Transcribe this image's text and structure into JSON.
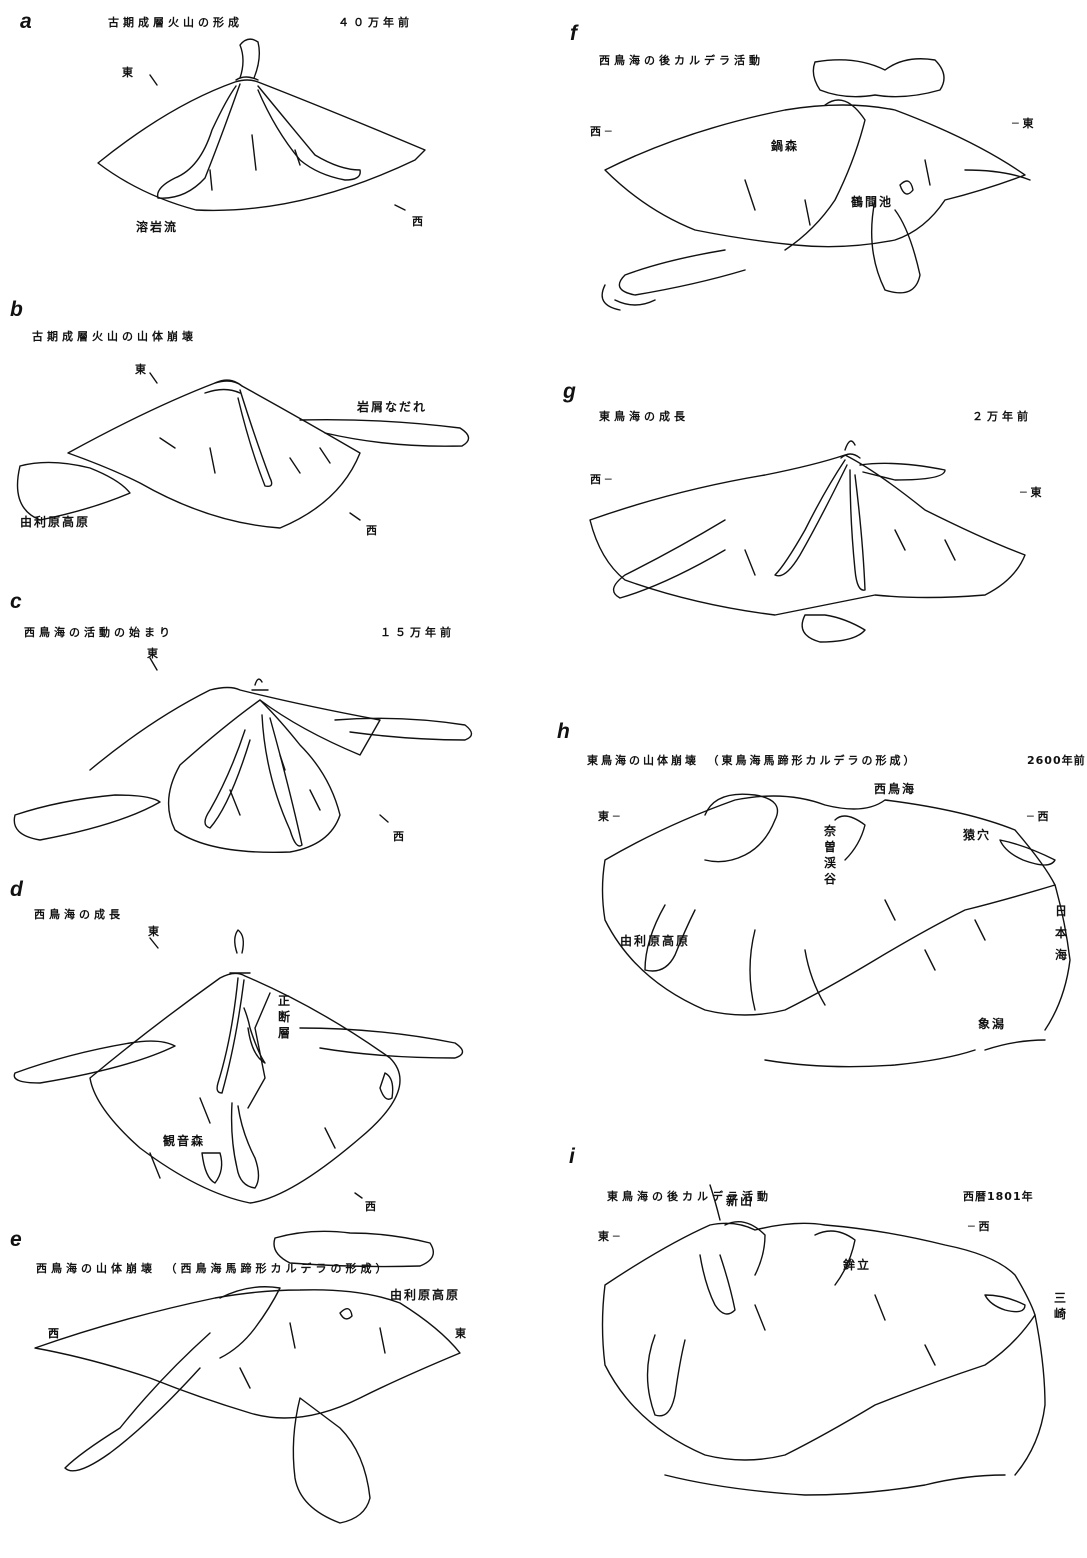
{
  "panels": {
    "a": {
      "letter": "a",
      "caption": "古期成層火山の形成",
      "age": "４０万年前",
      "labels": {
        "lava": "溶岩流"
      },
      "dirs": {
        "east": "東",
        "west": "西"
      }
    },
    "b": {
      "letter": "b",
      "caption": "古期成層火山の山体崩壊",
      "labels": {
        "avalanche": "岩屑なだれ",
        "plateau": "由利原高原"
      },
      "dirs": {
        "east": "東",
        "west": "西"
      }
    },
    "c": {
      "letter": "c",
      "caption": "西鳥海の活動の始まり",
      "age": "１５万年前",
      "dirs": {
        "east": "東",
        "west": "西"
      }
    },
    "d": {
      "letter": "d",
      "caption": "西鳥海の成長",
      "labels": {
        "fault": "正断層",
        "kannon": "観音森"
      },
      "dirs": {
        "east": "東",
        "west": "西"
      }
    },
    "e": {
      "letter": "e",
      "caption": "西鳥海の山体崩壊　（西鳥海馬蹄形カルデラの形成）",
      "labels": {
        "plateau": "由利原高原"
      },
      "dirs": {
        "west": "西",
        "east": "東"
      }
    },
    "f": {
      "letter": "f",
      "caption": "西鳥海の後カルデラ活動",
      "labels": {
        "nabe": "鍋森",
        "tsuruma": "鶴間池"
      },
      "dirs": {
        "west": "西",
        "east": "東"
      }
    },
    "g": {
      "letter": "g",
      "caption": "東鳥海の成長",
      "age": "２万年前",
      "dirs": {
        "west": "西",
        "east": "東"
      }
    },
    "h": {
      "letter": "h",
      "caption": "東鳥海の山体崩壊　（東鳥海馬蹄形カルデラの形成）",
      "age": "2600年前",
      "labels": {
        "nishichokai": "西鳥海",
        "naso": "奈曽渓谷",
        "saruana": "猿穴",
        "plateau": "由利原高原",
        "sea": "日本海",
        "kisakata": "象潟"
      },
      "dirs": {
        "east": "東",
        "west": "西"
      }
    },
    "i": {
      "letter": "i",
      "caption": "東鳥海の後カルデラ活動",
      "age": "西暦1801年",
      "labels": {
        "shinzan": "新山",
        "hokodate": "鉾立",
        "misaki": "三崎"
      },
      "dirs": {
        "east": "東",
        "west": "西"
      }
    }
  }
}
